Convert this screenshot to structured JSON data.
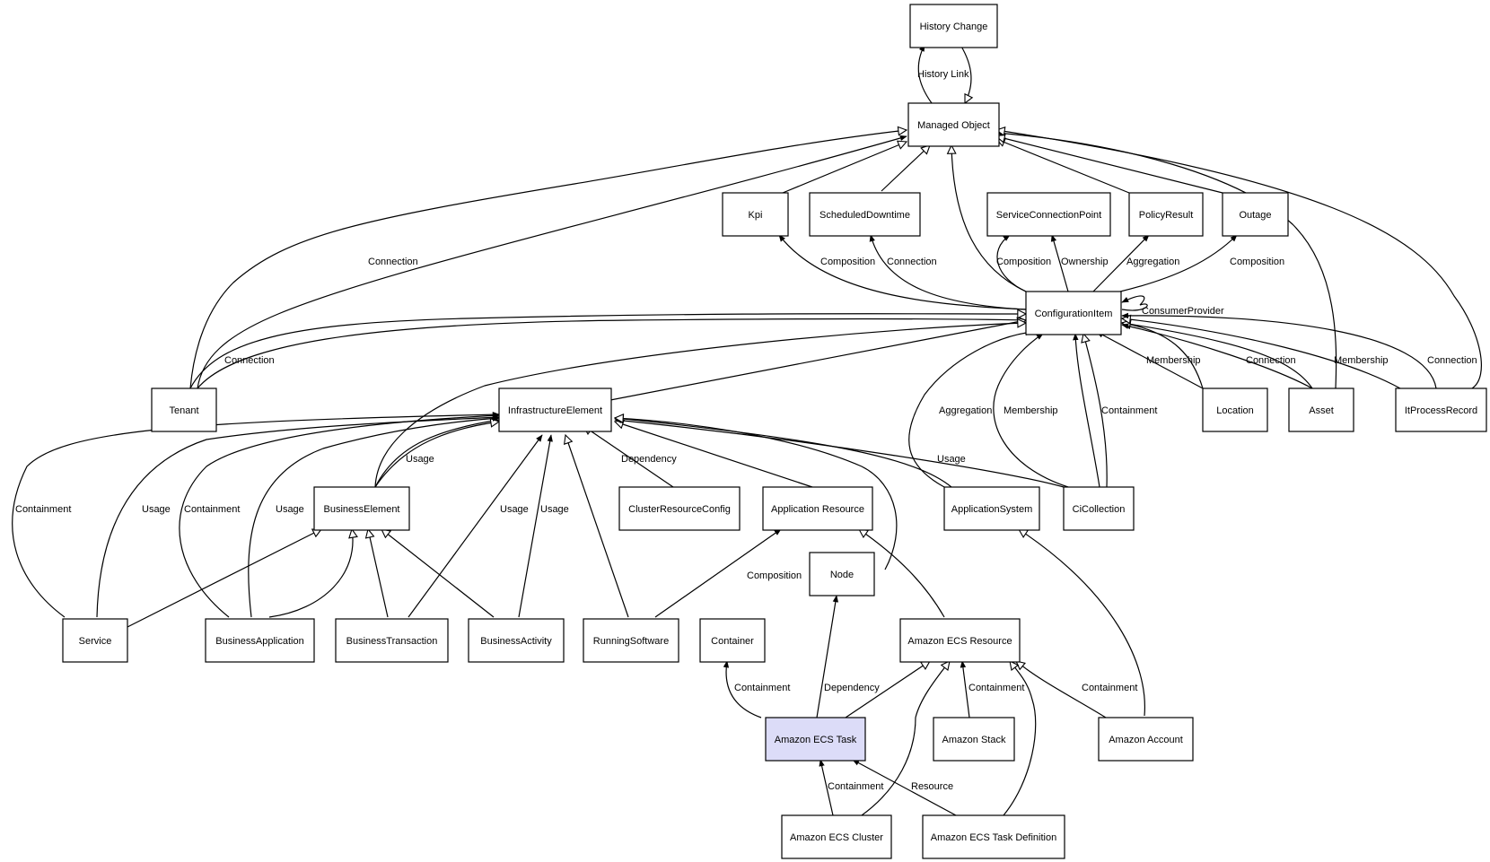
{
  "nodes": {
    "history_change": "History Change",
    "managed_object": "Managed Object",
    "kpi": "Kpi",
    "scheduled_downtime": "ScheduledDowntime",
    "service_connection_point": "ServiceConnectionPoint",
    "policy_result": "PolicyResult",
    "outage": "Outage",
    "configuration_item": "ConfigurationItem",
    "tenant": "Tenant",
    "infrastructure_element": "InfrastructureElement",
    "location": "Location",
    "asset": "Asset",
    "it_process_record": "ItProcessRecord",
    "business_element": "BusinessElement",
    "cluster_resource_config": "ClusterResourceConfig",
    "application_resource": "Application Resource",
    "application_system": "ApplicationSystem",
    "ci_collection": "CiCollection",
    "node": "Node",
    "service": "Service",
    "business_application": "BusinessApplication",
    "business_transaction": "BusinessTransaction",
    "business_activity": "BusinessActivity",
    "running_software": "RunningSoftware",
    "container": "Container",
    "amazon_ecs_resource": "Amazon ECS Resource",
    "amazon_ecs_task": "Amazon ECS Task",
    "amazon_stack": "Amazon Stack",
    "amazon_account": "Amazon Account",
    "amazon_ecs_cluster": "Amazon ECS Cluster",
    "amazon_ecs_task_definition": "Amazon ECS Task Definition"
  },
  "edge_labels": {
    "history_link": "History Link",
    "tenant_mo_connection": "Connection",
    "kpi_composition": "Composition",
    "sd_connection": "Connection",
    "scp_composition": "Composition",
    "scp_ownership": "Ownership",
    "pr_aggregation": "Aggregation",
    "outage_composition": "Composition",
    "consumer_provider": "ConsumerProvider",
    "tenant_ci_connection": "Connection",
    "location_membership": "Membership",
    "asset_connection": "Connection",
    "itpr_membership": "Membership",
    "itpr_connection": "Connection",
    "appsys_aggregation": "Aggregation",
    "cicoll_membership": "Membership",
    "cicoll_containment": "Containment",
    "be_usage": "Usage",
    "cluster_dependency": "Dependency",
    "cicoll_usage": "Usage",
    "service_containment": "Containment",
    "service_usage": "Usage",
    "bapp_containment": "Containment",
    "bapp_usage": "Usage",
    "btrans_usage": "Usage",
    "bact_usage": "Usage",
    "rs_composition": "Composition",
    "task_container_containment": "Containment",
    "task_node_dependency": "Dependency",
    "stack_containment": "Containment",
    "account_containment": "Containment",
    "cluster_task_containment": "Containment",
    "taskdef_resource": "Resource"
  },
  "colors": {
    "highlight_fill": "#dcdcf8",
    "stroke": "#000000",
    "background": "#ffffff"
  }
}
